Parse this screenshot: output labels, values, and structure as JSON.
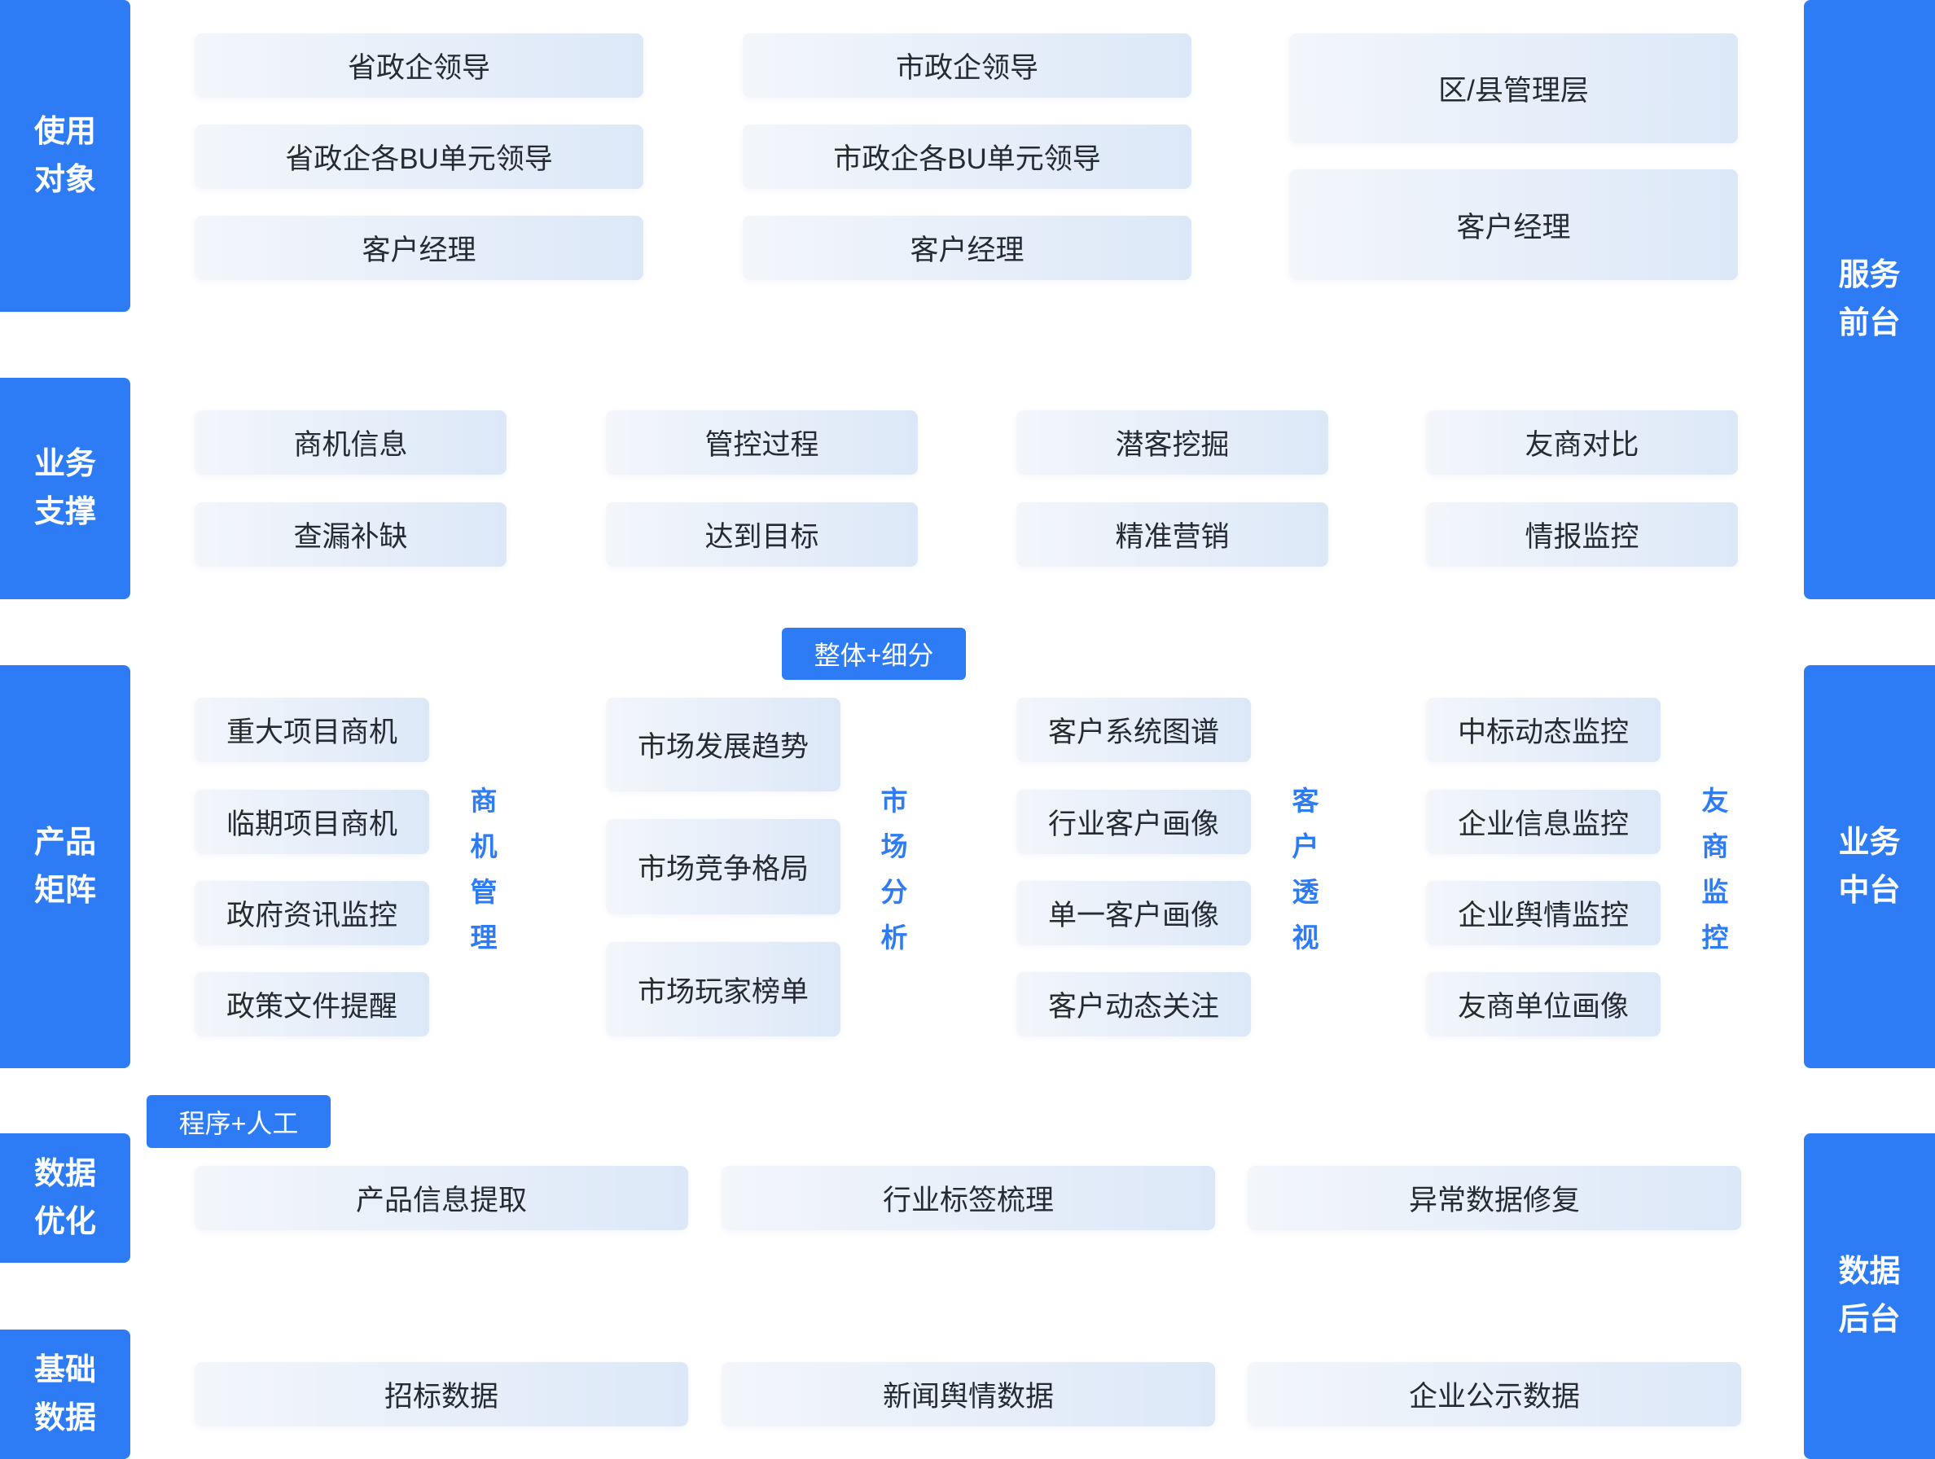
{
  "left_labels": {
    "users": [
      "使用",
      "对象"
    ],
    "business_support": [
      "业务",
      "支撑"
    ],
    "product_matrix": [
      "产品",
      "矩阵"
    ],
    "data_optimization": [
      "数据",
      "优化"
    ],
    "base_data": [
      "基础",
      "数据"
    ]
  },
  "right_labels": {
    "service_front": [
      "服务",
      "前台"
    ],
    "business_middle": [
      "业务",
      "中台"
    ],
    "data_back": [
      "数据",
      "后台"
    ]
  },
  "users": {
    "provincial": [
      "省政企领导",
      "省政企各BU单元领导",
      "客户经理"
    ],
    "city": [
      "市政企领导",
      "市政企各BU单元领导",
      "客户经理"
    ],
    "district": [
      "区/县管理层",
      "客户经理"
    ]
  },
  "business_support": [
    [
      "商机信息",
      "查漏补缺"
    ],
    [
      "管控过程",
      "达到目标"
    ],
    [
      "潜客挖掘",
      "精准营销"
    ],
    [
      "友商对比",
      "情报监控"
    ]
  ],
  "product_matrix": {
    "badge": "整体+细分",
    "groups": [
      {
        "title": "商机管理",
        "items": [
          "重大项目商机",
          "临期项目商机",
          "政府资讯监控",
          "政策文件提醒"
        ]
      },
      {
        "title": "市场分析",
        "items": [
          "市场发展趋势",
          "市场竞争格局",
          "市场玩家榜单"
        ]
      },
      {
        "title": "客户透视",
        "items": [
          "客户系统图谱",
          "行业客户画像",
          "单一客户画像",
          "客户动态关注"
        ]
      },
      {
        "title": "友商监控",
        "items": [
          "中标动态监控",
          "企业信息监控",
          "企业舆情监控",
          "友商单位画像"
        ]
      }
    ]
  },
  "data_optimization": {
    "badge": "程序+人工",
    "items": [
      "产品信息提取",
      "行业标签梳理",
      "异常数据修复"
    ]
  },
  "base_data": {
    "items": [
      "招标数据",
      "新闻舆情数据",
      "企业公示数据"
    ]
  },
  "colors": {
    "accent": "#2d7cf6",
    "box_light": "#f3f6fb",
    "box_blue": "#dce8f8",
    "text": "#262a31"
  }
}
